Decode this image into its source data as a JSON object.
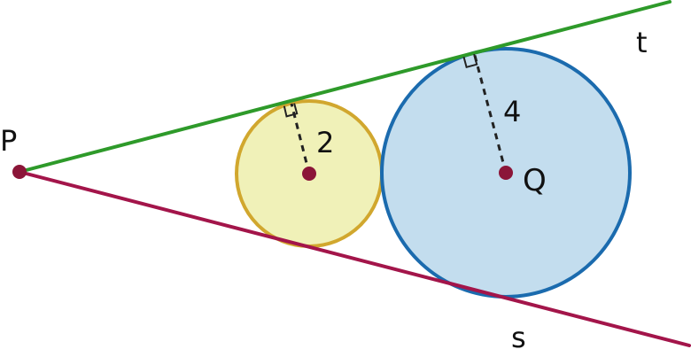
{
  "labels": {
    "point_p": "P",
    "point_q": "Q",
    "line_t": "t",
    "line_s": "s",
    "small_radius": "2",
    "large_radius": "4"
  },
  "colors": {
    "line_t": "#2e9a2a",
    "line_s": "#a3154a",
    "small_circle_fill": "#f0f1b8",
    "small_circle_stroke": "#d1a72e",
    "large_circle_fill": "#c3ddee",
    "large_circle_stroke": "#1b6bae",
    "points": "#8b1538",
    "radius_dash": "#222222"
  },
  "icons": {
    "right_angle": "right-angle-marker-icon"
  }
}
